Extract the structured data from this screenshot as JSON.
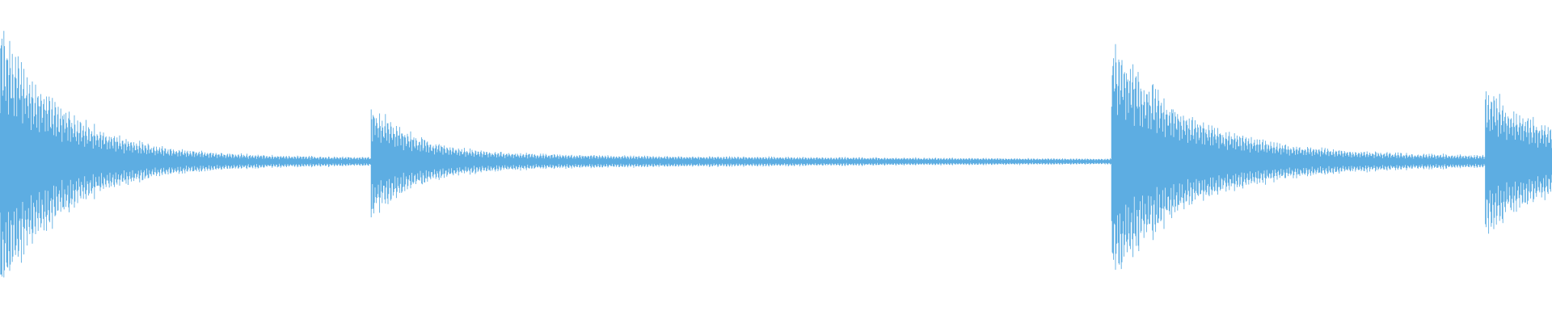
{
  "waveform": {
    "color": "#5dade2",
    "background": "#ffffff",
    "duration": 1.0,
    "hits": [
      {
        "time": 0.0,
        "amplitude": 0.93,
        "decay": 0.04,
        "tail_level": 0.05,
        "tail_decay": 0.45
      },
      {
        "time": 0.239,
        "amplitude": 0.36,
        "decay": 0.028,
        "tail_level": 0.03,
        "tail_decay": 0.45
      },
      {
        "time": 0.716,
        "amplitude": 0.86,
        "decay": 0.045,
        "tail_level": 0.05,
        "tail_decay": 0.45
      },
      {
        "time": 0.957,
        "amplitude": 0.42,
        "decay": 0.04,
        "tail_level": 0.07,
        "tail_decay": 0.4
      }
    ]
  }
}
